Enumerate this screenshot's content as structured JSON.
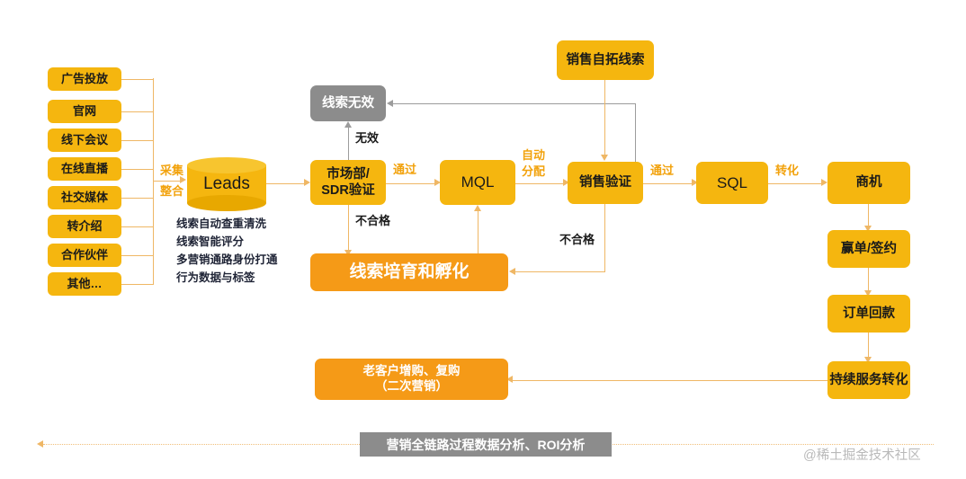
{
  "diagram": {
    "title": "营销全链路过程数据分析、ROI分析",
    "watermark": "@稀土掘金技术社区",
    "colors": {
      "node_yellow": "#F5B60F",
      "node_deep_orange": "#F59A17",
      "node_gray": "#8C8C8C",
      "connector": "#EFB765",
      "connector_gray": "#9C9C9C",
      "label_orange": "#F2A20C",
      "label_dark": "#1a1a1a"
    }
  },
  "sources": [
    {
      "label": "广告投放"
    },
    {
      "label": "官网"
    },
    {
      "label": "线下会议"
    },
    {
      "label": "在线直播"
    },
    {
      "label": "社交媒体"
    },
    {
      "label": "转介绍"
    },
    {
      "label": "合作伙伴"
    },
    {
      "label": "其他…"
    }
  ],
  "collect_label": {
    "line1": "采集",
    "line2": "整合"
  },
  "leads": {
    "label": "Leads"
  },
  "leads_notes": [
    "线索自动查重清洗",
    "线索智能评分",
    "多营销通路身份打通",
    "行为数据与标签"
  ],
  "nodes": {
    "invalid_lead": "线索无效",
    "sdr_verify": "市场部/\nSDR验证",
    "sdr_verify_line1": "市场部/",
    "sdr_verify_line2": "SDR验证",
    "mql": "MQL",
    "self_lead": "销售自拓线索",
    "sales_verify": "销售验证",
    "sql": "SQL",
    "opportunity": "商机",
    "win_sign": "赢单/签约",
    "order_payment": "订单回款",
    "continued_service": "持续服务转化",
    "nurture": "线索培育和孵化",
    "repurchase_line1": "老客户增购、复购",
    "repurchase_line2": "（二次营销）"
  },
  "edge_labels": {
    "invalid": "无效",
    "pass_1": "通过",
    "auto_assign_line1": "自动",
    "auto_assign_line2": "分配",
    "pass_2": "通过",
    "convert": "转化",
    "unqualified_1": "不合格",
    "unqualified_2": "不合格"
  }
}
